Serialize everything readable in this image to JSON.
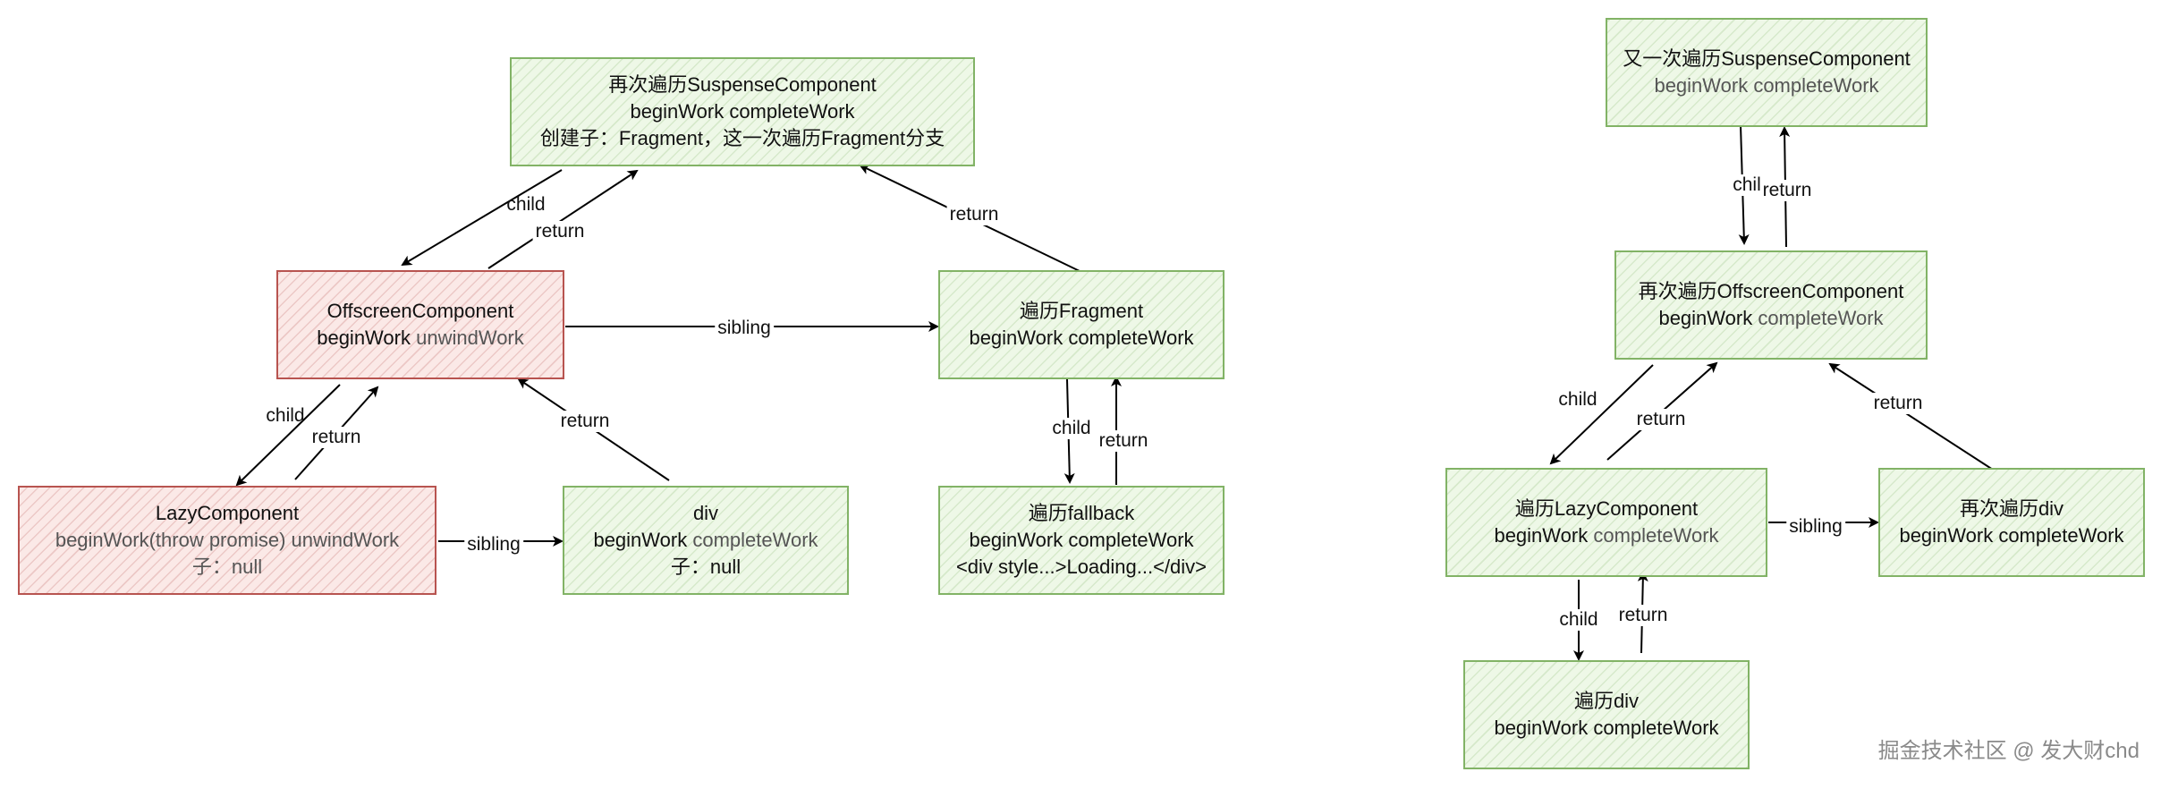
{
  "colors": {
    "green_stroke": "#82b366",
    "red_stroke": "#b85450",
    "edge": "#000000"
  },
  "left": {
    "suspense": {
      "line1": "再次遍历SuspenseComponent",
      "line2": "beginWork completeWork",
      "line3": "创建子：Fragment，这一次遍历Fragment分支"
    },
    "offscreen": {
      "title": "OffscreenComponent",
      "begin": "beginWork",
      "phase": "unwindWork"
    },
    "fragment": {
      "title": "遍历Fragment",
      "line2": "beginWork completeWork"
    },
    "lazy": {
      "title": "LazyComponent",
      "line2": "beginWork(throw promise) unwindWork",
      "line3": "子：null"
    },
    "div": {
      "title": "div",
      "begin": "beginWork",
      "phase": "completeWork",
      "line3": "子：null"
    },
    "fallback": {
      "title": "遍历fallback",
      "line2": "beginWork completeWork",
      "line3": "<div style...>Loading...</div>"
    }
  },
  "right": {
    "suspense": {
      "line1": "又一次遍历SuspenseComponent",
      "line2": "beginWork completeWork"
    },
    "offscreen": {
      "title": "再次遍历OffscreenComponent",
      "begin": "beginWork",
      "phase": "completeWork"
    },
    "lazy": {
      "title": "遍历LazyComponent",
      "begin": "beginWork",
      "phase": "completeWork"
    },
    "div2": {
      "title": "再次遍历div",
      "line2": "beginWork completeWork"
    },
    "div": {
      "title": "遍历div",
      "line2": "beginWork completeWork"
    }
  },
  "edge_labels": {
    "child": "child",
    "return": "return",
    "sibling": "sibling",
    "child_truncated": "chil"
  },
  "watermark": "掘金技术社区 @ 发大财chd"
}
